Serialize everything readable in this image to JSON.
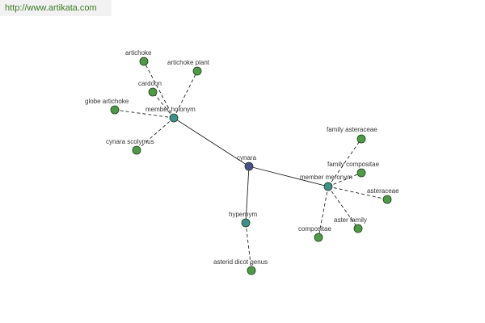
{
  "site_url": "http://www.artikata.com",
  "colors": {
    "root": "#4a4f8c",
    "relation": "#3f8f8a",
    "term": "#4f9a46",
    "edge": "#222222"
  },
  "graph": {
    "root": {
      "id": "cynara",
      "label": "cynara"
    },
    "relations": [
      {
        "id": "member-holonym",
        "label": "member holonym",
        "terms": [
          "artichoke",
          "artichoke plant",
          "cardoon",
          "globe artichoke",
          "cynara scolymus"
        ]
      },
      {
        "id": "member-meronym",
        "label": "member meronym",
        "terms": [
          "family asteraceae",
          "family compositae",
          "asteraceae",
          "aster family",
          "compositae"
        ]
      },
      {
        "id": "hypernym",
        "label": "hypernym",
        "terms": [
          "asterid dicot genus"
        ]
      }
    ]
  }
}
